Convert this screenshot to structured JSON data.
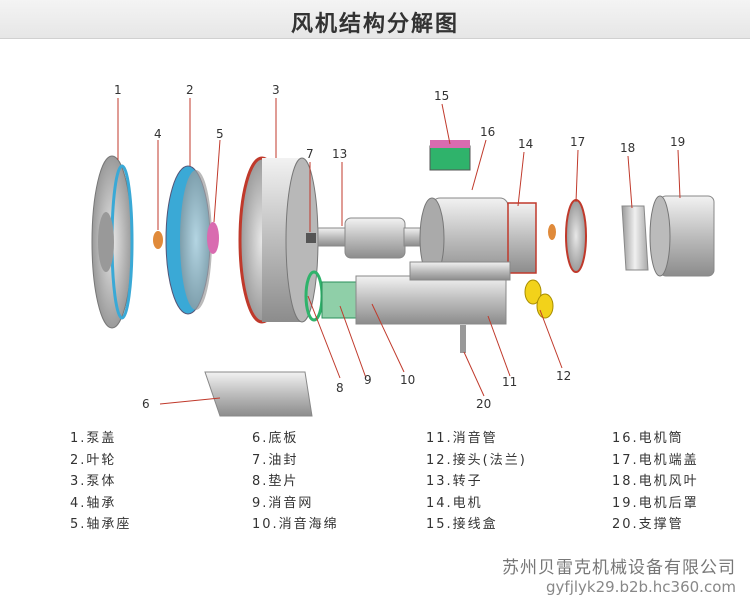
{
  "title": "风机结构分解图",
  "callouts": [
    "1",
    "2",
    "3",
    "4",
    "5",
    "6",
    "7",
    "8",
    "9",
    "10",
    "11",
    "12",
    "13",
    "14",
    "15",
    "16",
    "17",
    "18",
    "19",
    "20"
  ],
  "legend": [
    [
      "1.泵盖",
      "2.叶轮",
      "3.泵体",
      "4.轴承",
      "5.轴承座"
    ],
    [
      "6.底板",
      "7.油封",
      "8.垫片",
      "9.消音网",
      "10.消音海绵"
    ],
    [
      "11.消音管",
      "12.接头(法兰)",
      "13.转子",
      "14.电机",
      "15.接线盒"
    ],
    [
      "16.电机筒",
      "17.电机端盖",
      "18.电机风叶",
      "19.电机后罩",
      "20.支撑管"
    ]
  ],
  "footer": {
    "company": "苏州贝雷克机械设备有限公司",
    "website": "gyfjlyk29.b2b.hc360.com"
  },
  "colors": {
    "leader": "#c0392b",
    "impeller_blue": "#3aa9d6",
    "gasket_green": "#2fb36b",
    "bearing_orange": "#e08a3a",
    "seal_pink": "#d96bb0",
    "flange_yellow": "#f2d21a"
  }
}
